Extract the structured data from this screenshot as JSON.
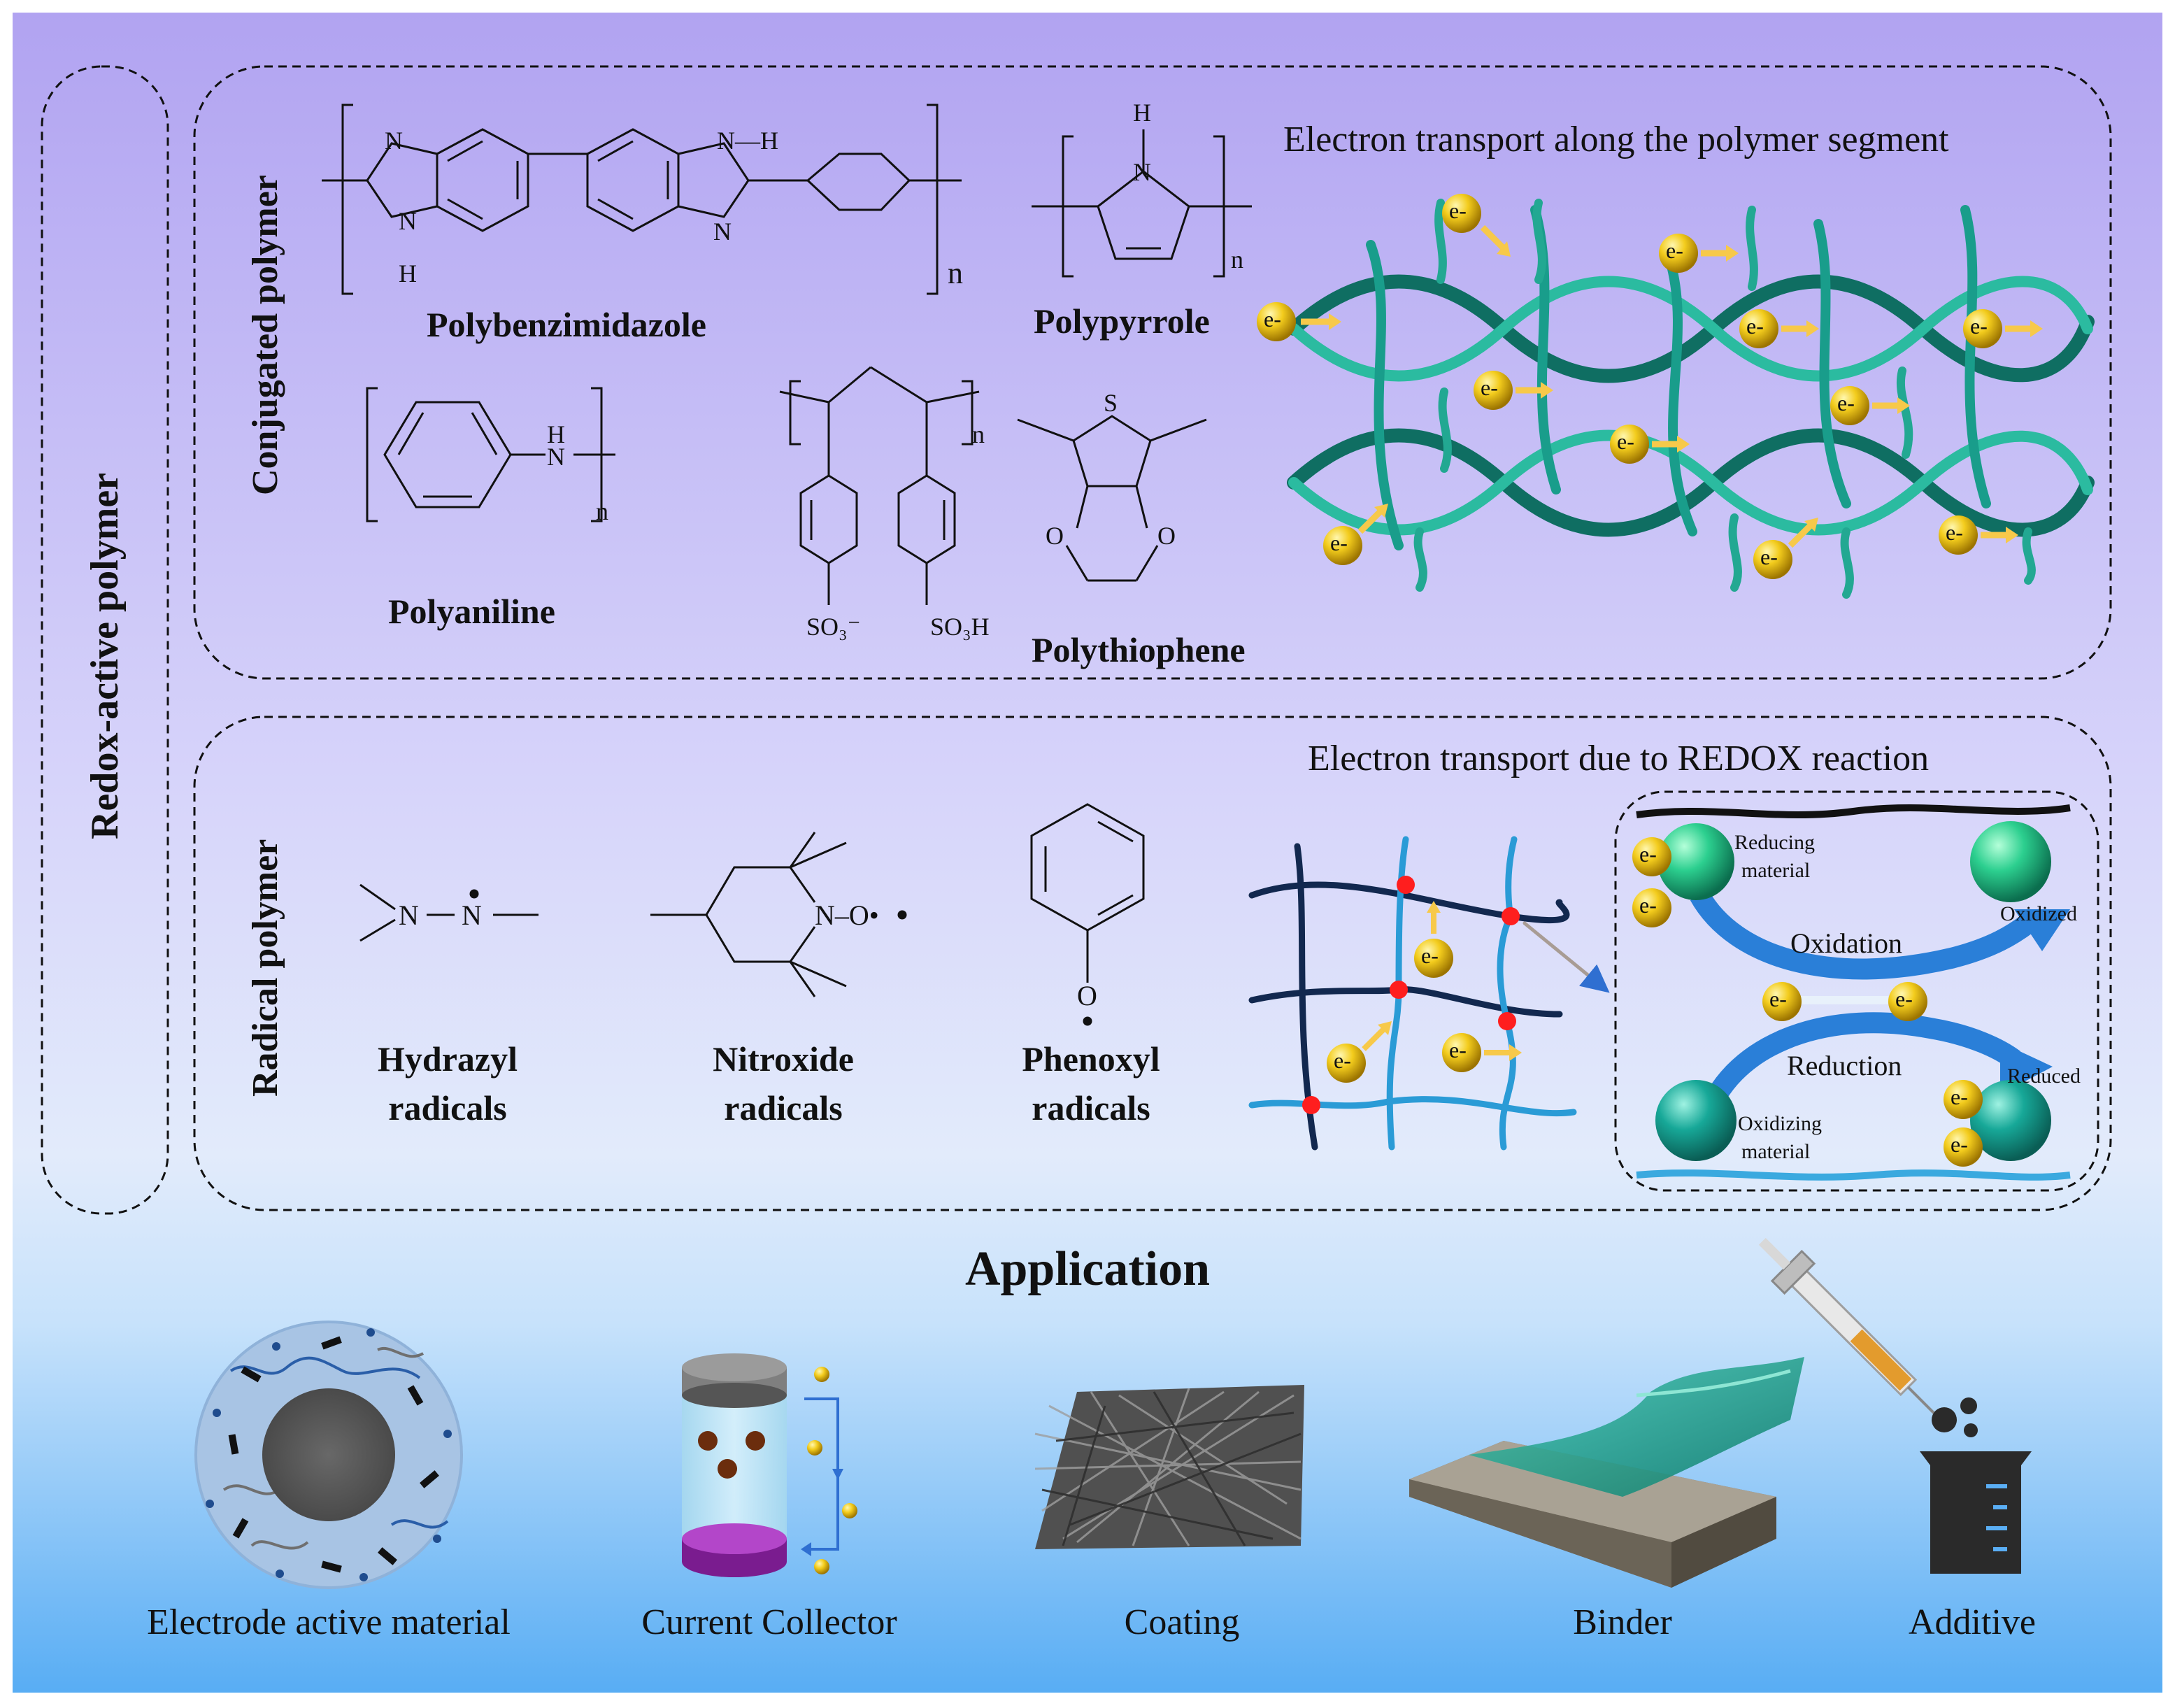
{
  "outer_label": "Redox-active polymer",
  "conjugated": {
    "section_label": "Conjugated polymer",
    "transport_title": "Electron transport along the polymer segment",
    "polymers": {
      "polybenzimidazole": "Polybenzimidazole",
      "polypyrrole": "Polypyrrole",
      "polyaniline": "Polyaniline",
      "polythiophene": "Polythiophene"
    },
    "electron_symbol": "e-"
  },
  "radical": {
    "section_label": "Radical polymer",
    "transport_title": "Electron transport due to REDOX reaction",
    "radicals": [
      {
        "line1": "Hydrazyl",
        "line2": "radicals"
      },
      {
        "line1": "Nitroxide",
        "line2": "radicals"
      },
      {
        "line1": "Phenoxyl",
        "line2": "radicals"
      }
    ],
    "redox": {
      "reducing_line1": "Reducing",
      "reducing_line2": "material",
      "oxidized": "Oxidized",
      "oxidation": "Oxidation",
      "reduction": "Reduction",
      "reduced": "Reduced",
      "oxidizing_line1": "Oxidizing",
      "oxidizing_line2": "material"
    }
  },
  "application": {
    "title": "Application",
    "items": [
      "Electrode active material",
      "Current Collector",
      "Coating",
      "Binder",
      "Additive"
    ]
  },
  "chem_text": {
    "N": "N",
    "H": "H",
    "NH": "N—H",
    "n": "n",
    "S": "S",
    "O": "O",
    "SO3minus": "SO₃⁻",
    "SO3H": "SO₃H",
    "NO": "N–O•",
    "Odot": "O"
  },
  "colors": {
    "bg_top": "#b3a5f2",
    "bg_mid": "#dcdafa",
    "bg_bottom": "#5aaef4",
    "chain": "#1a9e8c",
    "electron": "#f0c419",
    "arrow_yellow": "#f7c94a",
    "network_dark": "#12284f",
    "network_light": "#2a9bd6",
    "node_red": "#ff1e1e",
    "sphere_green": "#26c98a",
    "sphere_teal": "#15a59a",
    "redox_arrow": "#2a7fd8"
  }
}
